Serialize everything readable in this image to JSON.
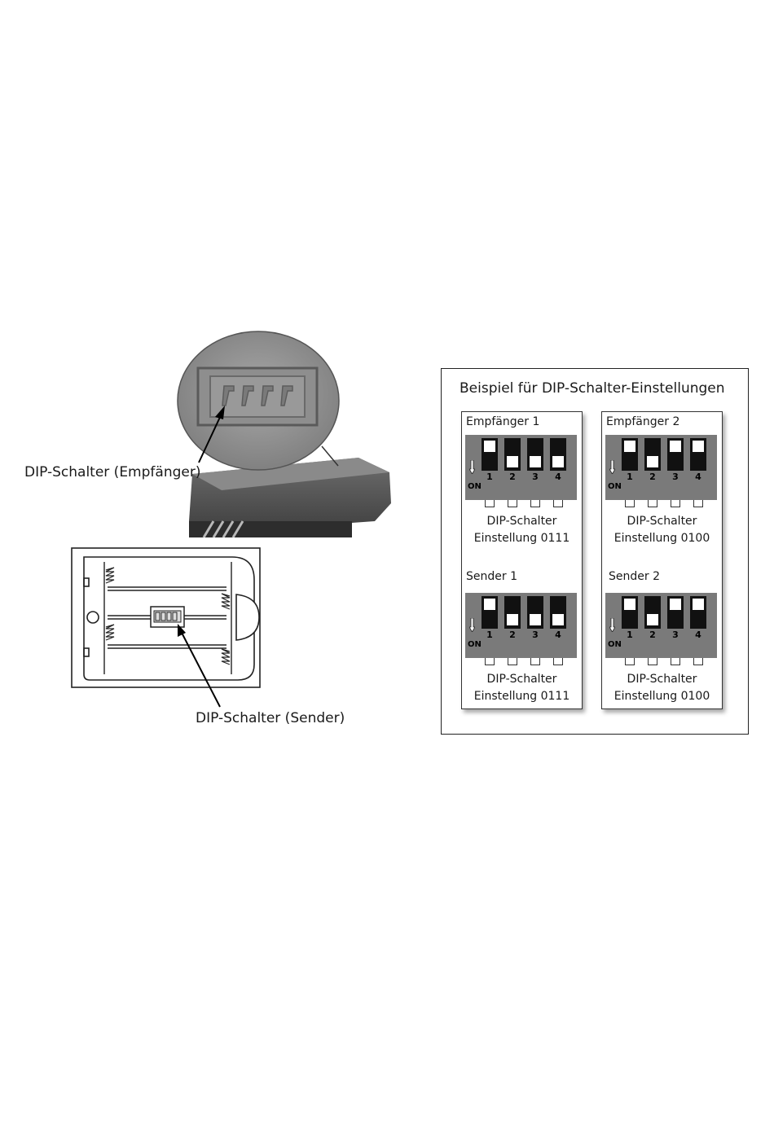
{
  "left": {
    "receiver_label": "DIP-Schalter (Empfänger)",
    "sender_label": "DIP-Schalter (Sender)"
  },
  "panel": {
    "title": "Beispiel für DIP-Schalter-Einstellungen",
    "on_text": "ON",
    "caption_line1": "DIP-Schalter",
    "groups": [
      {
        "label": "Empfänger 1",
        "setting": "Einstellung 0111",
        "positions": [
          0,
          1,
          1,
          1
        ]
      },
      {
        "label": "Empfänger 2",
        "setting": "Einstellung 0100",
        "positions": [
          0,
          1,
          0,
          0
        ]
      },
      {
        "label": "Sender 1",
        "setting": "Einstellung 0111",
        "positions": [
          0,
          1,
          1,
          1
        ]
      },
      {
        "label": "Sender 2",
        "setting": "Einstellung 0100",
        "positions": [
          0,
          1,
          0,
          0
        ]
      }
    ],
    "switch_numbers": [
      "1",
      "2",
      "3",
      "4"
    ]
  }
}
